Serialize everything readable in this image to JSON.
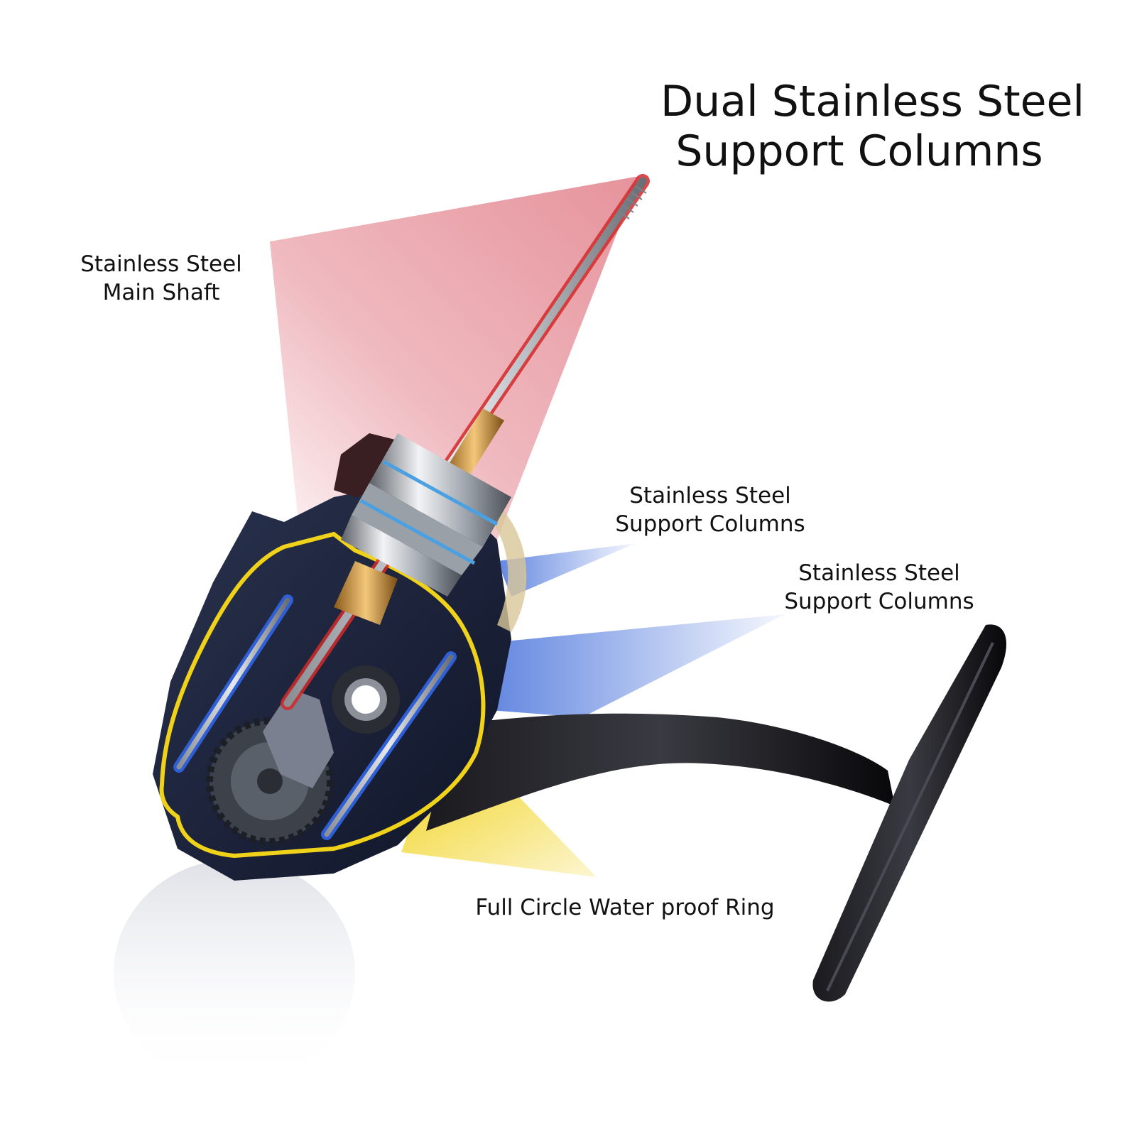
{
  "title": {
    "line1": "Dual Stainless Steel",
    "line2": "Support Columns"
  },
  "labels": {
    "main_shaft": {
      "line1": "Stainless Steel",
      "line2": "Main Shaft"
    },
    "support_columns_1": {
      "line1": "Stainless Steel",
      "line2": "Support Columns"
    },
    "support_columns_2": {
      "line1": "Stainless Steel",
      "line2": "Support Columns"
    },
    "waterproof_ring": {
      "line1": "Full Circle Water proof Ring"
    }
  },
  "colors": {
    "shaft_highlight": "#d42a2a",
    "column_highlight": "#2f5fd6",
    "ring_highlight": "#f0d21a",
    "body_dark": "#15203a",
    "handle": "#0d0d10"
  }
}
